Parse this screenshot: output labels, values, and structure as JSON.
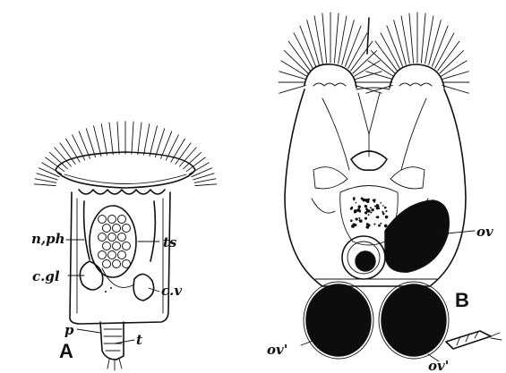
{
  "figure": {
    "panel_a": {
      "panel_label": "A",
      "labels": {
        "npbh": "n,ph",
        "ts": "ts",
        "cgl": "c.gl",
        "cv": "c.v",
        "p": "p",
        "t": "t"
      }
    },
    "panel_b": {
      "panel_label": "B",
      "labels": {
        "ov": "ov",
        "ov_prime_left": "ov'",
        "ov_prime_right": "ov'"
      }
    }
  }
}
